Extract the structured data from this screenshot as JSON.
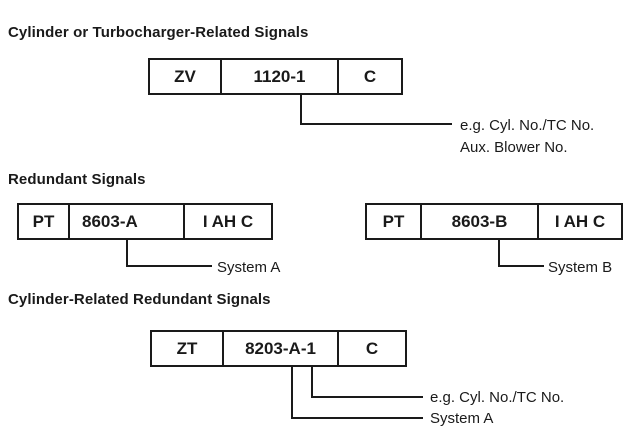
{
  "page": {
    "colors": {
      "background": "#ffffff",
      "line": "#1a1a1a",
      "text": "#1a1a1a"
    }
  },
  "sections": {
    "cylinder_or_turbocharger": {
      "heading": "Cylinder or Turbocharger-Related Signals",
      "box": {
        "code": "ZV",
        "number": "1120-1",
        "suffix": "C"
      },
      "note_line1": "e.g. Cyl. No./TC No.",
      "note_line2": "Aux. Blower No."
    },
    "redundant": {
      "heading": "Redundant Signals",
      "box_a": {
        "code": "PT",
        "number": "8603-A",
        "suffix": "I AH C"
      },
      "label_a": "System A",
      "box_b": {
        "code": "PT",
        "number": "8603-B",
        "suffix": "I AH C"
      },
      "label_b": "System B"
    },
    "cylinder_redundant": {
      "heading": "Cylinder-Related Redundant Signals",
      "box": {
        "code": "ZT",
        "number": "8203-A-1",
        "suffix": "C"
      },
      "note": "e.g. Cyl. No./TC No.",
      "label": "System A"
    }
  }
}
